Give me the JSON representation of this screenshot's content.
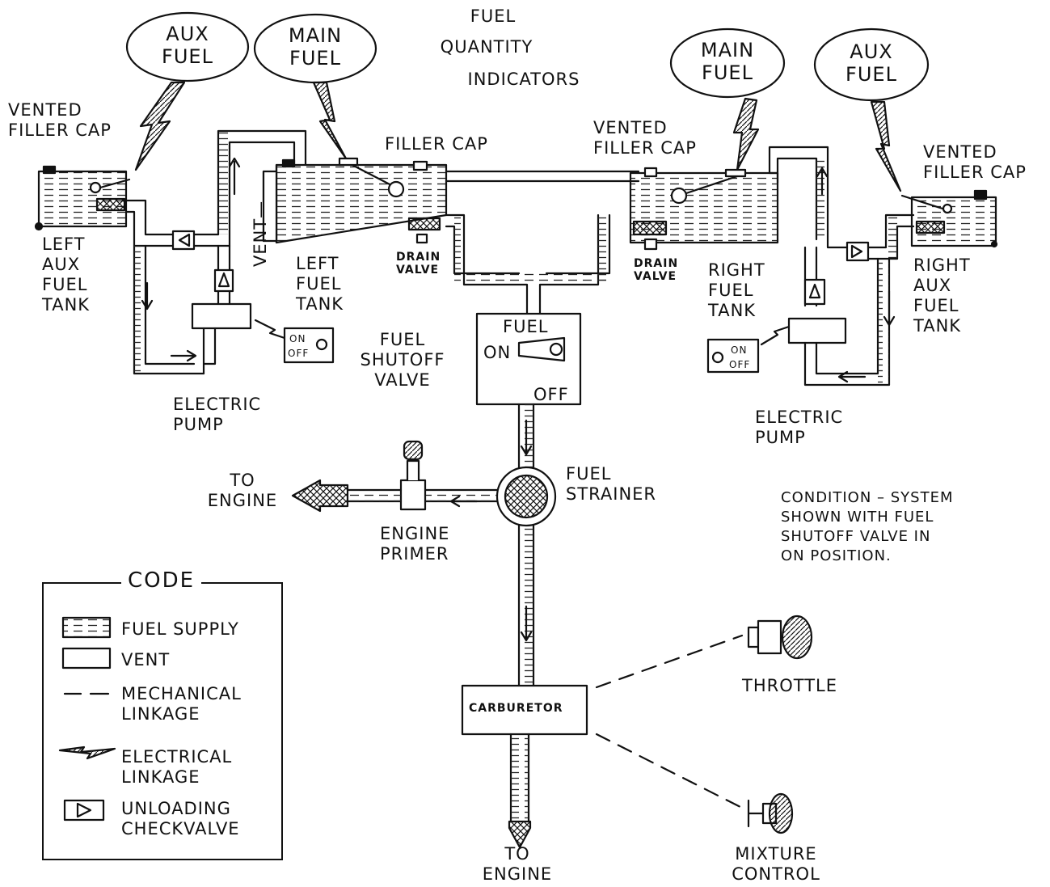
{
  "title": {
    "line1": "FUEL",
    "line2": "QUANTITY",
    "line3": "INDICATORS"
  },
  "indicators": {
    "left_aux": "AUX\nFUEL",
    "left_main": "MAIN\nFUEL",
    "right_main": "MAIN\nFUEL",
    "right_aux": "AUX\nFUEL"
  },
  "labels": {
    "vented_filler_cap_left": "VENTED\nFILLER CAP",
    "filler_cap": "FILLER CAP",
    "vented_filler_cap_center": "VENTED\nFILLER CAP",
    "vented_filler_cap_right": "VENTED\nFILLER CAP",
    "left_aux_fuel_tank": "LEFT\nAUX\nFUEL\nTANK",
    "vent": "VENT—",
    "left_fuel_tank": "LEFT\nFUEL\nTANK",
    "drain_valve_left": "DRAIN\nVALVE",
    "drain_valve_right": "DRAIN\nVALVE",
    "right_fuel_tank": "RIGHT\nFUEL\nTANK",
    "right_aux_fuel_tank": "RIGHT\nAUX\nFUEL\nTANK",
    "electric_pump_left": "ELECTRIC\nPUMP",
    "electric_pump_right": "ELECTRIC\nPUMP",
    "fuel_shutoff_valve": "FUEL\nSHUTOFF\nVALVE",
    "to_engine_left": "TO\nENGINE",
    "engine_primer": "ENGINE\nPRIMER",
    "fuel_strainer": "FUEL\nSTRAINER",
    "condition": "CONDITION – SYSTEM\nSHOWN WITH FUEL\nSHUTOFF VALVE IN\nON POSITION.",
    "throttle": "THROTTLE",
    "carburetor": "CARBURETOR",
    "to_engine_bottom": "TO\nENGINE",
    "mixture_control": "MIXTURE\nCONTROL"
  },
  "switches": {
    "on": "ON",
    "off": "OFF"
  },
  "selector": {
    "title": "FUEL",
    "on": "ON",
    "off": "OFF"
  },
  "legend": {
    "title": "CODE",
    "items": [
      {
        "symbol": "fuel-supply-swatch",
        "label": "FUEL SUPPLY"
      },
      {
        "symbol": "vent-swatch",
        "label": "VENT"
      },
      {
        "symbol": "dashed-line",
        "label": "MECHANICAL\nLINKAGE"
      },
      {
        "symbol": "zigzag-arrow",
        "label": "ELECTRICAL\nLINKAGE"
      },
      {
        "symbol": "check-valve-box",
        "label": "UNLOADING\nCHECKVALVE"
      }
    ]
  }
}
